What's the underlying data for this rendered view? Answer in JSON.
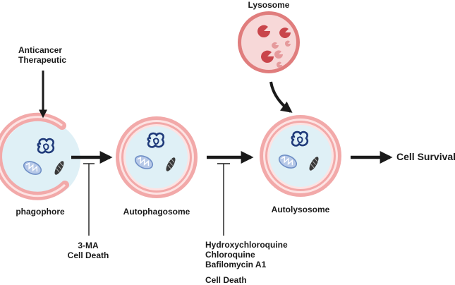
{
  "labels": {
    "lysosome": "Lysosome",
    "anticancer": [
      "Anticancer",
      "Therapeutic"
    ],
    "phagophore": "phagophore",
    "autophagosome": "Autophagosome",
    "autolysosome": "Autolysosome",
    "cell_survival": "Cell Survival",
    "inhibitor1": [
      "3-MA",
      "Cell Death"
    ],
    "inhibitor2": [
      "Hydroxychloroquine",
      "Chloroquine",
      "Bafilomycin A1"
    ],
    "inhibitor2_effect": "Cell Death"
  },
  "colors": {
    "membrane_outer": "#f2a9a9",
    "membrane_stripe": "#fde3e3",
    "cytoplasm": "#dff0f6",
    "lysosome_fill": "#f7d8d8",
    "lysosome_ring": "#e07d7d",
    "enzyme": "#c9454b",
    "enzyme_light": "#e59a9c",
    "protein": "#1f3a7a",
    "mitochondrion": "#7f9ed0",
    "arrow": "#1a1a1a"
  }
}
